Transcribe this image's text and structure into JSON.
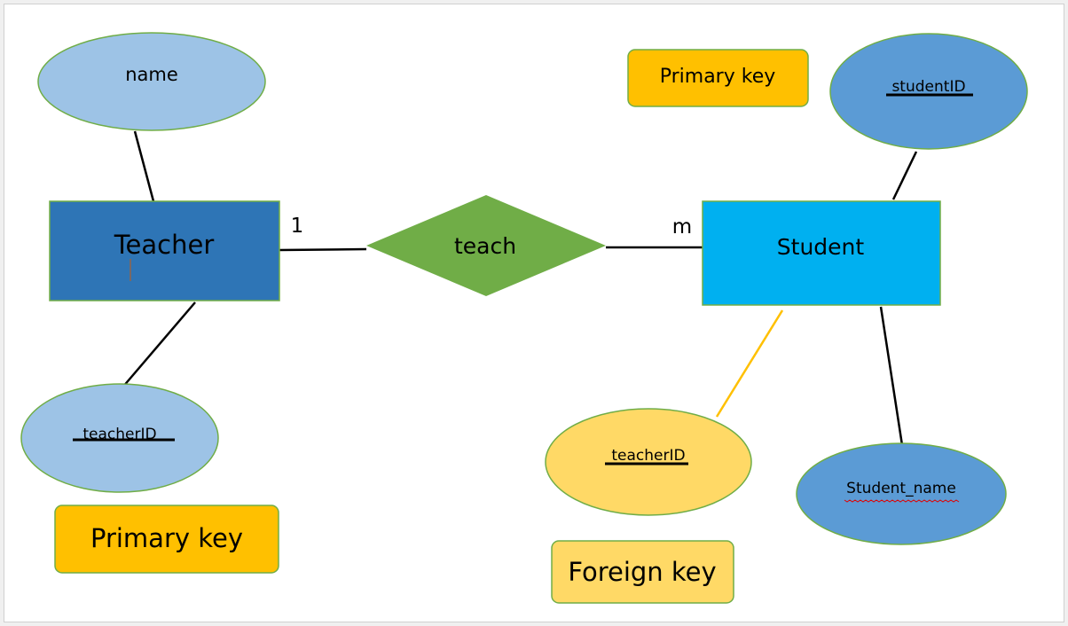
{
  "entities": {
    "teacher": {
      "label": "Teacher",
      "fill": "#2e75b6"
    },
    "student": {
      "label": "Student",
      "fill": "#00b0f0"
    }
  },
  "relationship": {
    "label": "teach",
    "fill": "#70ad47"
  },
  "cardinality": {
    "teacher_side": "1",
    "student_side": "m"
  },
  "attributes": {
    "teacher_name": {
      "label": "name",
      "fill": "#9dc3e6"
    },
    "teacher_id": {
      "label": "teacherID",
      "fill": "#9dc3e6"
    },
    "student_id": {
      "label": "studentID",
      "fill": "#5b9bd5"
    },
    "student_name": {
      "label": "Student_name",
      "fill": "#5b9bd5"
    },
    "student_teacher_id": {
      "label": "teacherID",
      "fill": "#ffd966"
    }
  },
  "notes": {
    "primary_key_top": {
      "label": "Primary key",
      "fill": "#ffc000"
    },
    "primary_key_bottom": {
      "label": "Primary key",
      "fill": "#ffc000"
    },
    "foreign_key": {
      "label": "Foreign key",
      "fill": "#ffd966"
    }
  },
  "colors": {
    "outline": "#70ad47",
    "connector": "#000000",
    "foreign_connector": "#ffc000",
    "spellcheck": "#e00000"
  }
}
